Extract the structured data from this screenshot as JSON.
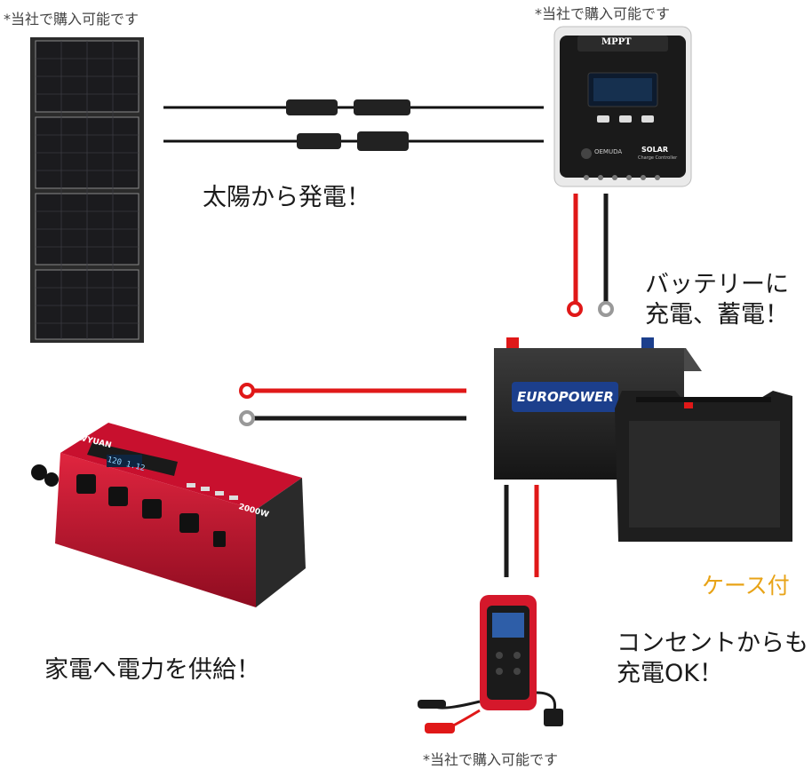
{
  "notes": {
    "solar_panel": "*当社で購入可能です",
    "controller": "*当社で購入可能です",
    "charger": "*当社で購入可能です"
  },
  "captions": {
    "solar": "太陽から発電！",
    "battery_line1": "バッテリーに",
    "battery_line2": "充電、蓄電！",
    "inverter": "家電へ電力を供給！",
    "charger_line1": "コンセントからも",
    "charger_line2": "充電OK！",
    "case": "ケース付"
  },
  "device_labels": {
    "controller_brand": "MPPT",
    "controller_maker": "OEMUDA",
    "controller_model": "SOLAR",
    "controller_sub": "Charge Controller",
    "battery_brand": "EUROPOWER",
    "inverter_brand": "LVYUAN",
    "inverter_watt": "2000W",
    "inverter_display": "120  1.12"
  },
  "colors": {
    "case_label": "#e8a317",
    "cable_red": "#e01818",
    "cable_black": "#1a1a1a",
    "inverter_red": "#c8102e",
    "battery_blue": "#1c3f8c"
  }
}
